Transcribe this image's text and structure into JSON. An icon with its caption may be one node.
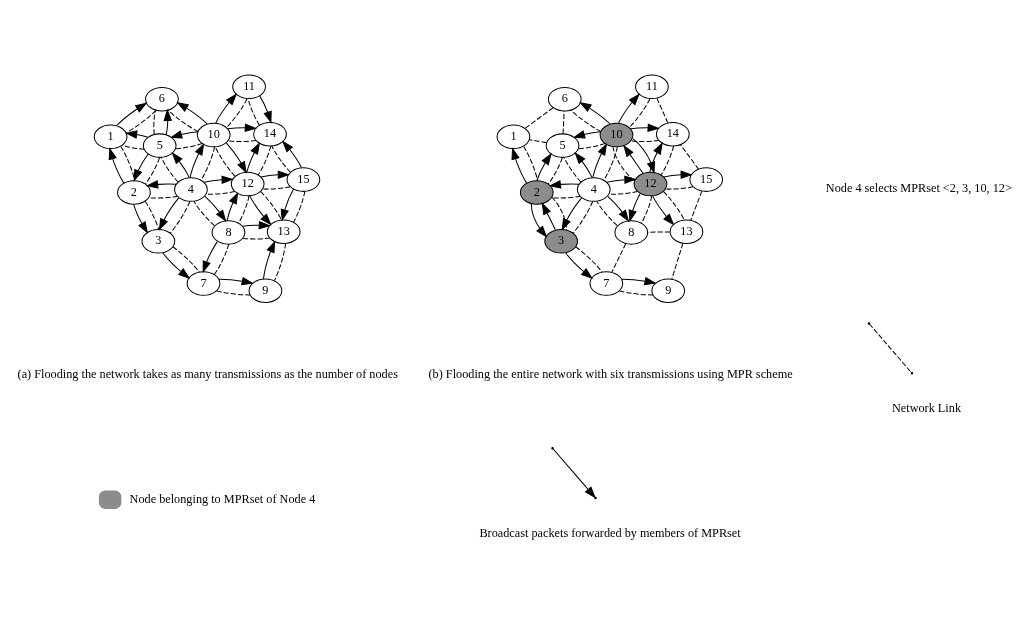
{
  "diagram": {
    "nodes": [
      {
        "text": [
          "1"
        ]
      },
      {
        "text": [
          "2"
        ]
      },
      {
        "text": [
          "3"
        ]
      },
      {
        "text": [
          "4"
        ]
      },
      {
        "text": [
          "5"
        ]
      },
      {
        "text": [
          "6"
        ]
      },
      {
        "text": [
          "7"
        ]
      },
      {
        "text": [
          "8"
        ]
      },
      {
        "text": [
          "9"
        ]
      },
      {
        "text": [
          "10"
        ]
      },
      {
        "text": [
          "11"
        ]
      },
      {
        "text": [
          "12"
        ]
      },
      {
        "text": [
          "13"
        ]
      },
      {
        "text": [
          "14"
        ]
      },
      {
        "text": [
          "15"
        ]
      },
      {
        "text": [
          "1"
        ]
      },
      {
        "text": [
          "2"
        ]
      },
      {
        "text": [
          "3"
        ]
      },
      {
        "text": [
          "4"
        ]
      },
      {
        "text": [
          "5"
        ]
      },
      {
        "text": [
          "6"
        ]
      },
      {
        "text": [
          "7"
        ]
      },
      {
        "text": [
          "8"
        ]
      },
      {
        "text": [
          "9"
        ]
      },
      {
        "text": [
          "10"
        ]
      },
      {
        "text": [
          "11"
        ]
      },
      {
        "text": [
          "12"
        ]
      },
      {
        "text": [
          "13"
        ]
      },
      {
        "text": [
          "14"
        ]
      },
      {
        "text": [
          "15"
        ]
      }
    ],
    "edges": [
      {
        "from": 14,
        "to": 13,
        "arrow": "none",
        "style": "dashed"
      },
      {
        "from": 14,
        "to": 11,
        "arrow": "none",
        "style": "dashed"
      },
      {
        "from": 14,
        "to": 12,
        "arrow": "none",
        "style": "dashed"
      },
      {
        "from": 13,
        "to": 11,
        "arrow": "none",
        "style": "dashed"
      },
      {
        "from": 13,
        "to": 10,
        "arrow": "none",
        "style": "dashed"
      },
      {
        "from": 13,
        "to": 9,
        "arrow": "none",
        "style": "dashed"
      },
      {
        "from": 10,
        "to": 9,
        "arrow": "none",
        "style": "dashed"
      },
      {
        "from": 11,
        "to": 12,
        "arrow": "none",
        "style": "dashed"
      },
      {
        "from": 11,
        "to": 9,
        "arrow": "none",
        "style": "dashed"
      },
      {
        "from": 11,
        "to": 7,
        "arrow": "none",
        "style": "dashed"
      },
      {
        "from": 11,
        "to": 3,
        "arrow": "none",
        "style": "dashed"
      },
      {
        "from": 12,
        "to": 7,
        "arrow": "none",
        "style": "dashed"
      },
      {
        "from": 12,
        "to": 8,
        "arrow": "none",
        "style": "dashed"
      },
      {
        "from": 7,
        "to": 3,
        "arrow": "none",
        "style": "dashed"
      },
      {
        "from": 7,
        "to": 6,
        "arrow": "none",
        "style": "dashed"
      },
      {
        "from": 8,
        "to": 6,
        "arrow": "none",
        "style": "dashed"
      },
      {
        "from": 9,
        "to": 3,
        "arrow": "none",
        "style": "dashed"
      },
      {
        "from": 9,
        "to": 5,
        "arrow": "none",
        "style": "dashed"
      },
      {
        "from": 9,
        "to": 4,
        "arrow": "none",
        "style": "dashed"
      },
      {
        "from": 3,
        "to": 4,
        "arrow": "none",
        "style": "dashed"
      },
      {
        "from": 3,
        "to": 1,
        "arrow": "none",
        "style": "dashed"
      },
      {
        "from": 3,
        "to": 2,
        "arrow": "none",
        "style": "dashed"
      },
      {
        "from": 4,
        "to": 5,
        "arrow": "none",
        "style": "dashed"
      },
      {
        "from": 4,
        "to": 0,
        "arrow": "none",
        "style": "dashed"
      },
      {
        "from": 4,
        "to": 1,
        "arrow": "none",
        "style": "dashed"
      },
      {
        "from": 5,
        "to": 0,
        "arrow": "none",
        "style": "dashed"
      },
      {
        "from": 0,
        "to": 1,
        "arrow": "none",
        "style": "dashed"
      },
      {
        "from": 1,
        "to": 2,
        "arrow": "none",
        "style": "dashed"
      },
      {
        "from": 2,
        "to": 6,
        "arrow": "none",
        "style": "dashed"
      },
      {
        "from": 14,
        "to": 13,
        "arrow": "to"
      },
      {
        "from": 14,
        "to": 12,
        "arrow": "to"
      },
      {
        "from": 11,
        "to": 14,
        "arrow": "to"
      },
      {
        "from": 11,
        "to": 13,
        "arrow": "to"
      },
      {
        "from": 11,
        "to": 12,
        "arrow": "to"
      },
      {
        "from": 7,
        "to": 11,
        "arrow": "to"
      },
      {
        "from": 7,
        "to": 12,
        "arrow": "to"
      },
      {
        "from": 7,
        "to": 6,
        "arrow": "to"
      },
      {
        "from": 8,
        "to": 12,
        "arrow": "to"
      },
      {
        "from": 6,
        "to": 8,
        "arrow": "to"
      },
      {
        "from": 2,
        "to": 6,
        "arrow": "to"
      },
      {
        "from": 9,
        "to": 10,
        "arrow": "to"
      },
      {
        "from": 10,
        "to": 13,
        "arrow": "to"
      },
      {
        "from": 9,
        "to": 13,
        "arrow": "to"
      },
      {
        "from": 9,
        "to": 11,
        "arrow": "to"
      },
      {
        "from": 9,
        "to": 5,
        "arrow": "to"
      },
      {
        "from": 9,
        "to": 4,
        "arrow": "to"
      },
      {
        "from": 3,
        "to": 9,
        "arrow": "to"
      },
      {
        "from": 3,
        "to": 11,
        "arrow": "to"
      },
      {
        "from": 3,
        "to": 7,
        "arrow": "to"
      },
      {
        "from": 3,
        "to": 4,
        "arrow": "to"
      },
      {
        "from": 3,
        "to": 1,
        "arrow": "to"
      },
      {
        "from": 3,
        "to": 2,
        "arrow": "to"
      },
      {
        "from": 4,
        "to": 5,
        "arrow": "to"
      },
      {
        "from": 4,
        "to": 0,
        "arrow": "to"
      },
      {
        "from": 4,
        "to": 1,
        "arrow": "to"
      },
      {
        "from": 0,
        "to": 5,
        "arrow": "to"
      },
      {
        "from": 1,
        "to": 0,
        "arrow": "to"
      },
      {
        "from": 1,
        "to": 2,
        "arrow": "to"
      },
      {
        "from": 29,
        "to": 28,
        "arrow": "none",
        "style": "dashed"
      },
      {
        "from": 29,
        "to": 26,
        "arrow": "none",
        "style": "dashed"
      },
      {
        "from": 29,
        "to": 27,
        "arrow": "none",
        "style": "dashed"
      },
      {
        "from": 28,
        "to": 26,
        "arrow": "none",
        "style": "dashed"
      },
      {
        "from": 28,
        "to": 25,
        "arrow": "none",
        "style": "dashed"
      },
      {
        "from": 28,
        "to": 24,
        "arrow": "none",
        "style": "dashed"
      },
      {
        "from": 25,
        "to": 24,
        "arrow": "none",
        "style": "dashed"
      },
      {
        "from": 26,
        "to": 27,
        "arrow": "none",
        "style": "dashed"
      },
      {
        "from": 26,
        "to": 24,
        "arrow": "none",
        "style": "dashed"
      },
      {
        "from": 26,
        "to": 22,
        "arrow": "none",
        "style": "dashed"
      },
      {
        "from": 26,
        "to": 18,
        "arrow": "none",
        "style": "dashed"
      },
      {
        "from": 27,
        "to": 22,
        "arrow": "none",
        "style": "dashed"
      },
      {
        "from": 27,
        "to": 23,
        "arrow": "none",
        "style": "dashed"
      },
      {
        "from": 22,
        "to": 18,
        "arrow": "none",
        "style": "dashed"
      },
      {
        "from": 22,
        "to": 21,
        "arrow": "none",
        "style": "dashed"
      },
      {
        "from": 23,
        "to": 21,
        "arrow": "none",
        "style": "dashed"
      },
      {
        "from": 24,
        "to": 18,
        "arrow": "none",
        "style": "dashed"
      },
      {
        "from": 24,
        "to": 20,
        "arrow": "none",
        "style": "dashed"
      },
      {
        "from": 24,
        "to": 19,
        "arrow": "none",
        "style": "dashed"
      },
      {
        "from": 18,
        "to": 19,
        "arrow": "none",
        "style": "dashed"
      },
      {
        "from": 18,
        "to": 16,
        "arrow": "none",
        "style": "dashed"
      },
      {
        "from": 18,
        "to": 17,
        "arrow": "none",
        "style": "dashed"
      },
      {
        "from": 19,
        "to": 20,
        "arrow": "none",
        "style": "dashed"
      },
      {
        "from": 19,
        "to": 15,
        "arrow": "none",
        "style": "dashed"
      },
      {
        "from": 19,
        "to": 16,
        "arrow": "none",
        "style": "dashed"
      },
      {
        "from": 20,
        "to": 15,
        "arrow": "none",
        "style": "dashed"
      },
      {
        "from": 15,
        "to": 16,
        "arrow": "none",
        "style": "dashed"
      },
      {
        "from": 16,
        "to": 17,
        "arrow": "none",
        "style": "dashed"
      },
      {
        "from": 17,
        "to": 21,
        "arrow": "none",
        "style": "dashed"
      },
      {
        "from": 26,
        "to": 29,
        "arrow": "to"
      },
      {
        "from": 26,
        "to": 28,
        "arrow": "to"
      },
      {
        "from": 26,
        "to": 27,
        "arrow": "to"
      },
      {
        "from": 26,
        "to": 22,
        "arrow": "to"
      },
      {
        "from": 26,
        "to": 24,
        "arrow": "to"
      },
      {
        "from": 24,
        "to": 26,
        "arrow": "to"
      },
      {
        "from": 24,
        "to": 25,
        "arrow": "to"
      },
      {
        "from": 24,
        "to": 28,
        "arrow": "to"
      },
      {
        "from": 24,
        "to": 20,
        "arrow": "to"
      },
      {
        "from": 24,
        "to": 19,
        "arrow": "to"
      },
      {
        "from": 18,
        "to": 24,
        "arrow": "to"
      },
      {
        "from": 18,
        "to": 26,
        "arrow": "to"
      },
      {
        "from": 18,
        "to": 22,
        "arrow": "to"
      },
      {
        "from": 18,
        "to": 19,
        "arrow": "to"
      },
      {
        "from": 18,
        "to": 16,
        "arrow": "to"
      },
      {
        "from": 18,
        "to": 17,
        "arrow": "to"
      },
      {
        "from": 16,
        "to": 19,
        "arrow": "to"
      },
      {
        "from": 16,
        "to": 15,
        "arrow": "to"
      },
      {
        "from": 16,
        "to": 17,
        "arrow": "to"
      },
      {
        "from": 17,
        "to": 16,
        "arrow": "to"
      },
      {
        "from": 17,
        "to": 21,
        "arrow": "to"
      },
      {
        "from": 21,
        "to": 23,
        "arrow": "to"
      }
    ],
    "labels": [
      "Node 4 selects MPRset <2, 3, 10, 12>",
      "(a) Flooding the network takes as many transmissions as the number of nodes",
      "(b) Flooding the entire network with six transmissions using MPR scheme"
    ],
    "legend": [
      {
        "text": "Network Link"
      },
      {
        "text": "Node belonging to MPRset of Node 4",
        "color": "#8c8c8c"
      },
      {
        "text": "Broadcast packets forwarded by members of MPRset"
      }
    ]
  }
}
